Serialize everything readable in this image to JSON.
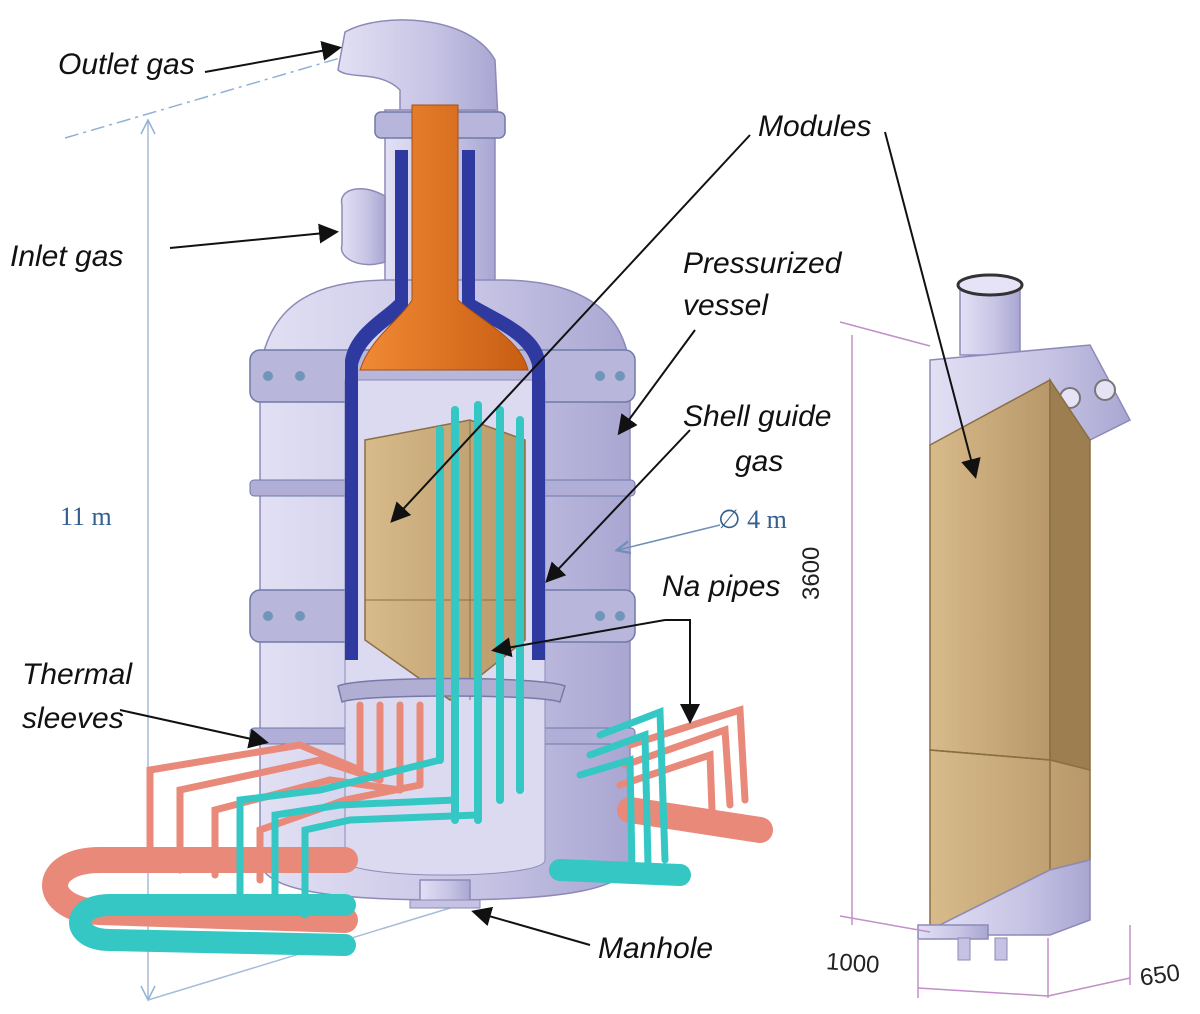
{
  "labels": {
    "outlet_gas": "Outlet gas",
    "inlet_gas": "Inlet gas",
    "modules": "Modules",
    "pressurized_vessel_1": "Pressurized",
    "pressurized_vessel_2": "vessel",
    "shell_guide_gas_1": "Shell guide",
    "shell_guide_gas_2": "gas",
    "na_pipes": "Na pipes",
    "thermal_sleeves_1": "Thermal",
    "thermal_sleeves_2": "sleeves",
    "manhole": "Manhole"
  },
  "dimensions": {
    "height": "11 m",
    "diameter": "∅ 4 m",
    "module_height": "3600",
    "module_width": "1000",
    "module_depth": "650"
  },
  "colors": {
    "vessel": "#c9c7e6",
    "vessel_shade": "#a9a6d2",
    "orange_duct": "#e1721f",
    "blue_shell": "#2f3aa0",
    "module": "#c8a978",
    "module_shade": "#a88a5c",
    "na_cyan": "#35c7c4",
    "na_red": "#e8897a",
    "dim_line": "#a7bcd8",
    "dim_magenta": "#c28fc8"
  }
}
